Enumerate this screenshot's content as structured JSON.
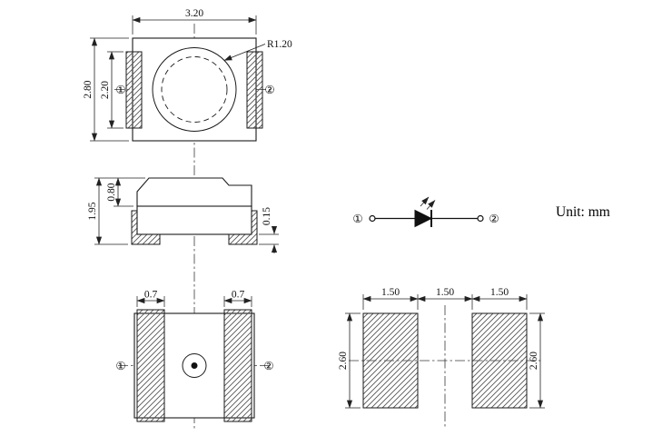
{
  "unit_label": "Unit: mm",
  "views": {
    "top": {
      "dim_width": "3.20",
      "dim_height": "2.80",
      "dim_inner_height": "2.20",
      "dim_radius": "R1.20",
      "pin1": "①",
      "pin2": "②"
    },
    "side": {
      "dim_total_height": "1.95",
      "dim_upper_height": "0.80",
      "dim_lead_thickness": "0.15"
    },
    "bottom": {
      "dim_left_electrode": "0.7",
      "dim_right_electrode": "0.7",
      "pin1": "①",
      "pin2": "②"
    },
    "circuit": {
      "pin1": "①",
      "pin2": "②"
    },
    "pads": {
      "dim_pad_width_left": "1.50",
      "dim_gap": "1.50",
      "dim_pad_width_right": "1.50",
      "dim_height_left": "2.60",
      "dim_height_right": "2.60"
    }
  },
  "colors": {
    "line": "#1a1a1a",
    "hatch": "#555555",
    "background": "#ffffff"
  }
}
